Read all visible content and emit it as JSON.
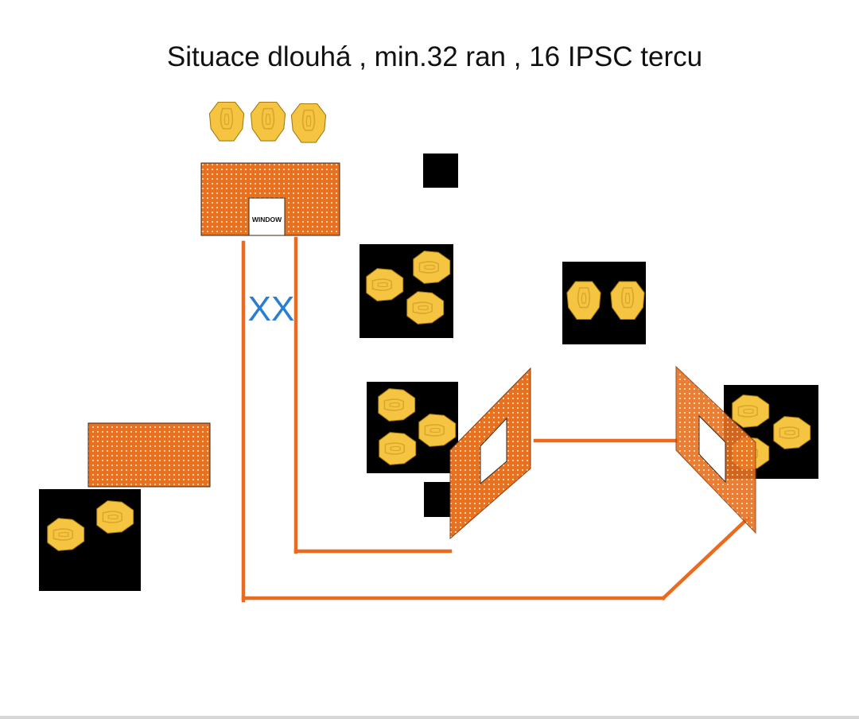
{
  "title": "Situace dlouhá , min.32 ran , 16 IPSC tercu",
  "labels": {
    "window": "WINDOW",
    "start_marks": "XX"
  },
  "colors": {
    "wall_orange": "#E8711F",
    "wall_dots": "#FFD9B0",
    "target_yellow": "#F5C542",
    "target_edge": "#A77A10",
    "target_zone": "#D9A52C",
    "shooting_box_line": "#EC6A1E",
    "start_marks": "#2B7CD3",
    "barrier_black": "#000000"
  },
  "legend_icons": [
    "ipsc-target-icon",
    "steel-popper-icon",
    "wall-barrier-icon",
    "port-window-icon"
  ]
}
